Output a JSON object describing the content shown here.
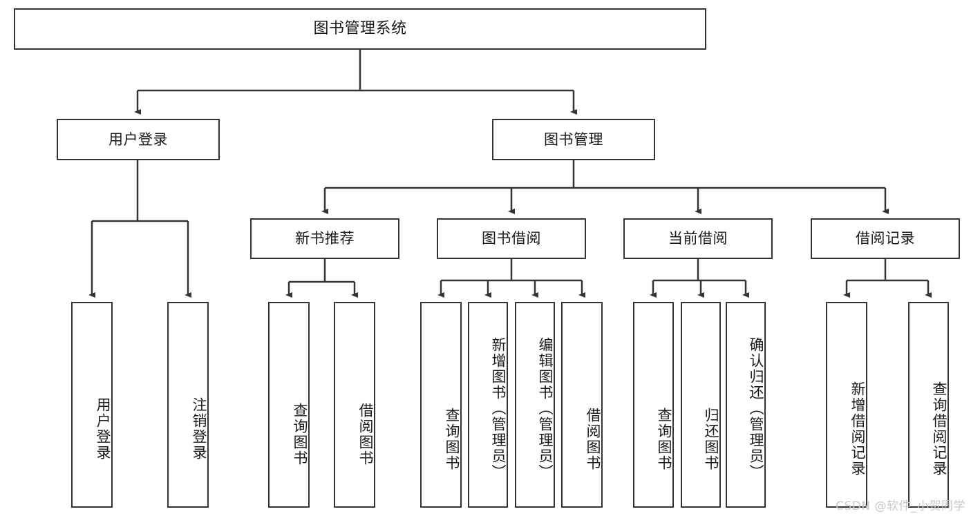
{
  "diagram": {
    "type": "tree",
    "title_node": {
      "id": "root",
      "label": "图书管理系统"
    },
    "level2": [
      {
        "id": "login",
        "label": "用户登录"
      },
      {
        "id": "bookmgmt",
        "label": "图书管理"
      }
    ],
    "level3": [
      {
        "id": "newbook",
        "label": "新书推荐"
      },
      {
        "id": "borrow",
        "label": "图书借阅"
      },
      {
        "id": "current",
        "label": "当前借阅"
      },
      {
        "id": "records",
        "label": "借阅记录"
      }
    ],
    "leaves": {
      "login": [
        {
          "id": "login-user",
          "label": "用户登录"
        },
        {
          "id": "login-logout",
          "label": "注销登录"
        }
      ],
      "newbook": [
        {
          "id": "newbook-query",
          "label": "查询图书"
        },
        {
          "id": "newbook-borrow",
          "label": "借阅图书"
        }
      ],
      "borrow": [
        {
          "id": "borrow-query",
          "label": "查询图书"
        },
        {
          "id": "borrow-add",
          "label": "新增图书（管理员）"
        },
        {
          "id": "borrow-edit",
          "label": "编辑图书（管理员）"
        },
        {
          "id": "borrow-lend",
          "label": "借阅图书"
        }
      ],
      "current": [
        {
          "id": "current-query",
          "label": "查询图书"
        },
        {
          "id": "current-return",
          "label": "归还图书"
        },
        {
          "id": "current-confirm",
          "label": "确认归还（管理员）"
        }
      ],
      "records": [
        {
          "id": "records-add",
          "label": "新增借阅记录"
        },
        {
          "id": "records-query",
          "label": "查询借阅记录"
        }
      ]
    }
  },
  "watermark": {
    "text": "CSDN @软件_小贺同学"
  },
  "colors": {
    "border": "#333333",
    "background": "#ffffff",
    "text": "#1a1a1a",
    "watermark": "#c9c9c9"
  }
}
